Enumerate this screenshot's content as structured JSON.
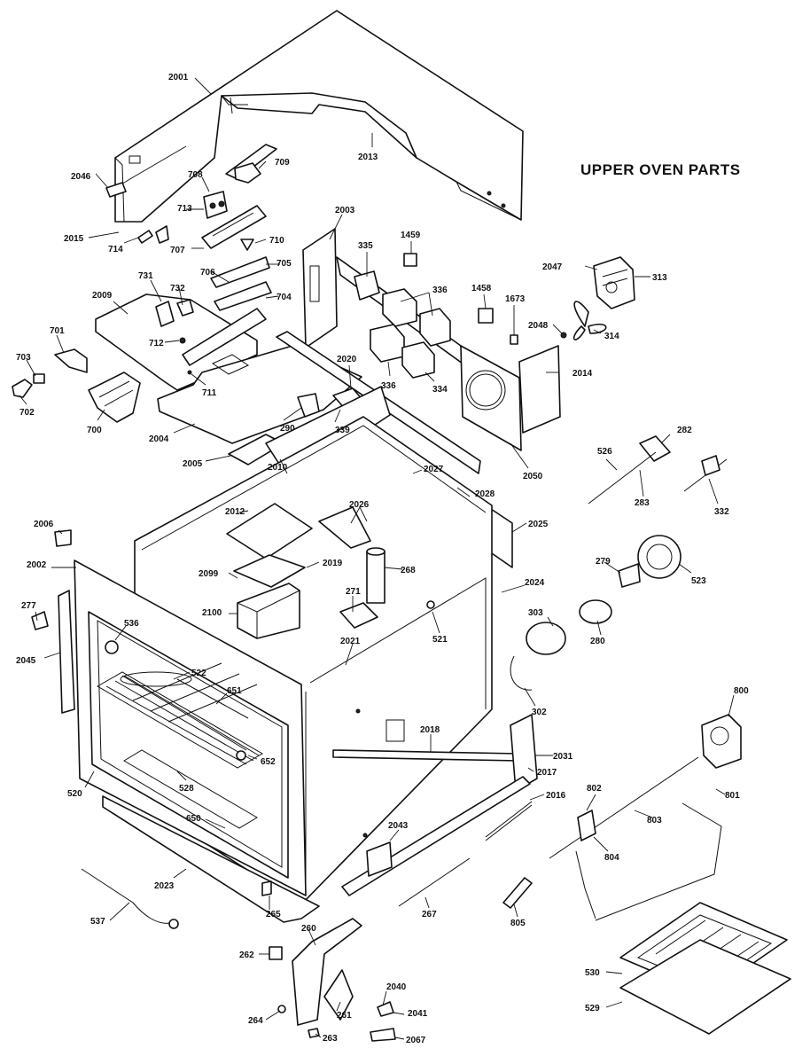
{
  "title": "UPPER OVEN PARTS",
  "part_numbers": [
    "2001",
    "2013",
    "709",
    "2046",
    "708",
    "713",
    "2015",
    "714",
    "707",
    "710",
    "2003",
    "335",
    "1459",
    "2047",
    "313",
    "2009",
    "731",
    "732",
    "706",
    "705",
    "704",
    "336",
    "1458",
    "1673",
    "2048",
    "314",
    "701",
    "712",
    "703",
    "702",
    "711",
    "700",
    "2004",
    "2020",
    "290",
    "339",
    "336",
    "334",
    "2014",
    "2005",
    "2010",
    "2027",
    "2050",
    "526",
    "282",
    "283",
    "332",
    "2028",
    "2026",
    "2006",
    "2012",
    "2025",
    "2002",
    "2099",
    "2019",
    "268",
    "279",
    "523",
    "277",
    "271",
    "2024",
    "2100",
    "521",
    "536",
    "303",
    "280",
    "2045",
    "522",
    "2021",
    "651",
    "302",
    "652",
    "800",
    "2018",
    "2031",
    "2017",
    "528",
    "520",
    "802",
    "2016",
    "801",
    "803",
    "650",
    "2043",
    "804",
    "2023",
    "537",
    "265",
    "267",
    "805",
    "260",
    "262",
    "530",
    "2040",
    "264",
    "261",
    "2041",
    "529",
    "263",
    "2067"
  ]
}
